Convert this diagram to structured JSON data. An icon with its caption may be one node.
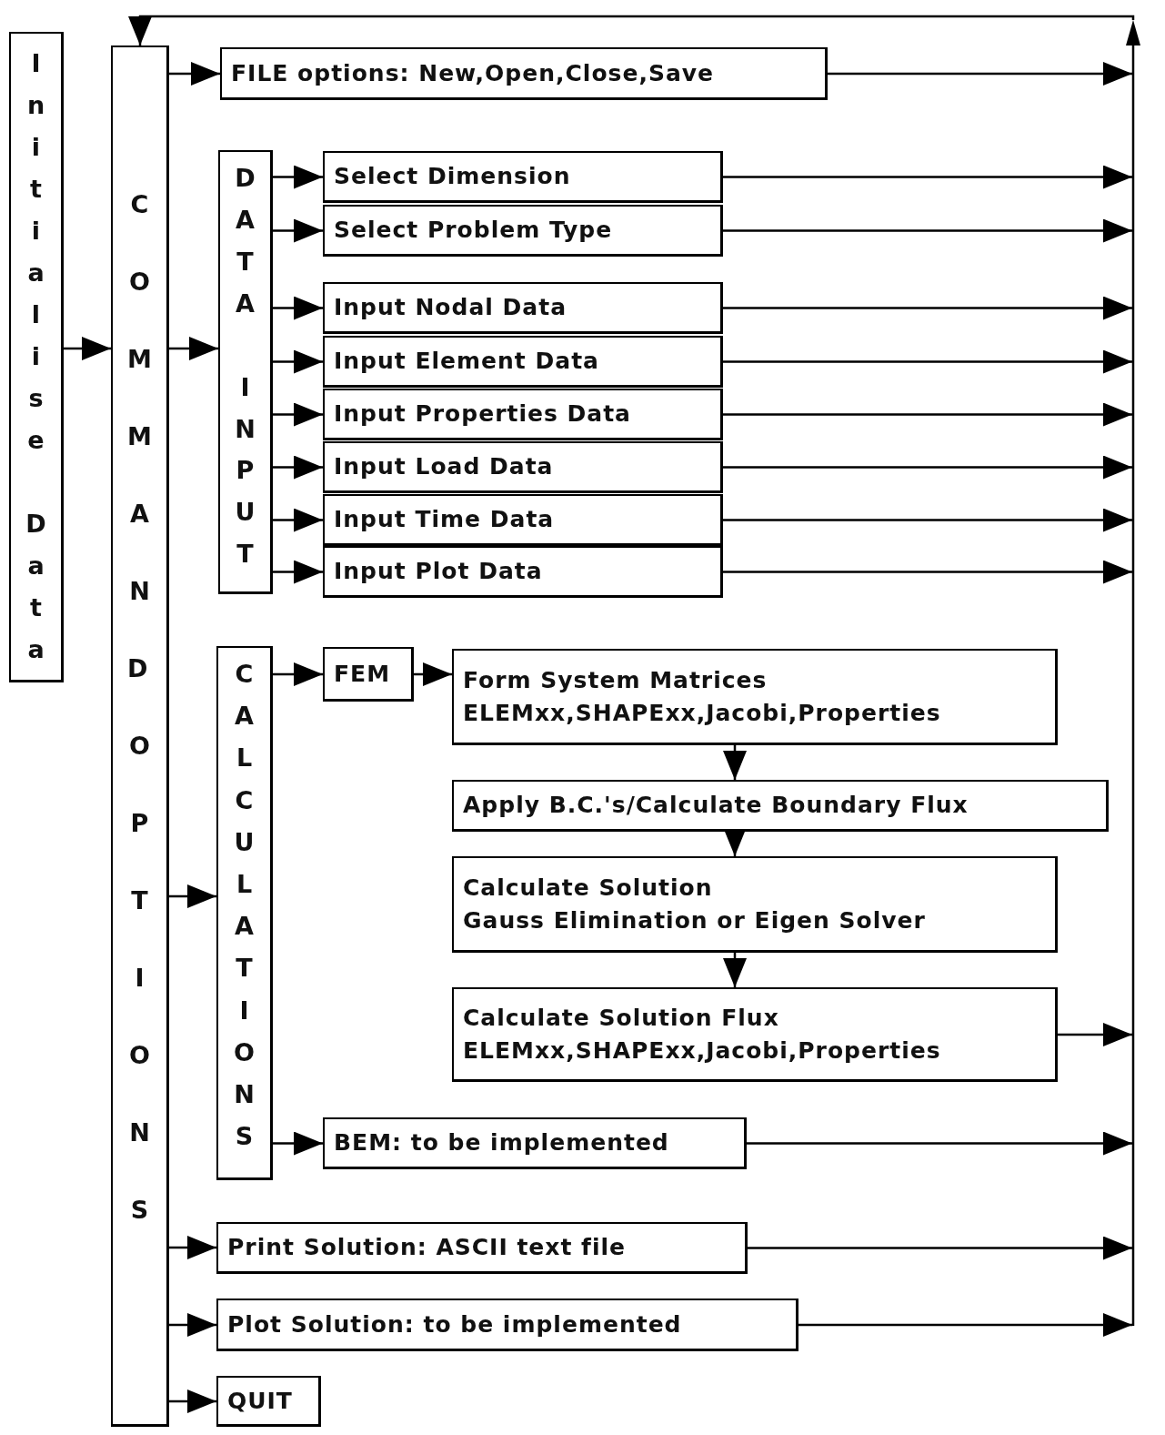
{
  "diagram": {
    "nodes": [
      {
        "text": [
          "Initialise Data"
        ]
      },
      {
        "text": [
          "COMMAND OPTIONS"
        ]
      },
      {
        "text": [
          "FILE options: New,Open,Close,Save"
        ]
      },
      {
        "text": [
          "DATA INPUT"
        ]
      },
      {
        "text": [
          "Select Dimension"
        ]
      },
      {
        "text": [
          "Select Problem Type"
        ]
      },
      {
        "text": [
          "Input Nodal Data"
        ]
      },
      {
        "text": [
          "Input Element Data"
        ]
      },
      {
        "text": [
          "Input Properties Data"
        ]
      },
      {
        "text": [
          "Input Load Data"
        ]
      },
      {
        "text": [
          "Input Time Data"
        ]
      },
      {
        "text": [
          "Input Plot Data"
        ]
      },
      {
        "text": [
          "CALCULATIONS"
        ]
      },
      {
        "text": [
          "FEM"
        ]
      },
      {
        "text": [
          "Form System Matrices",
          "ELEMxx,SHAPExx,Jacobi,Properties"
        ]
      },
      {
        "text": [
          "Apply B.C.'s/Calculate Boundary Flux"
        ]
      },
      {
        "text": [
          "Calculate Solution",
          "Gauss Elimination or Eigen Solver"
        ]
      },
      {
        "text": [
          "Calculate Solution Flux",
          "ELEMxx,SHAPExx,Jacobi,Properties"
        ]
      },
      {
        "text": [
          "BEM: to be implemented"
        ]
      },
      {
        "text": [
          "Print Solution: ASCII text file"
        ]
      },
      {
        "text": [
          "Plot Solution: to be implemented"
        ]
      },
      {
        "text": [
          "QUIT"
        ]
      },
      {
        "text": [],
        "shape": "bar"
      }
    ],
    "edges": [
      {
        "from": 0,
        "to": 1,
        "arrow": "to"
      },
      {
        "from": 1,
        "to": 2,
        "arrow": "to"
      },
      {
        "from": 1,
        "to": 3,
        "arrow": "to"
      },
      {
        "from": 1,
        "to": 12,
        "arrow": "to"
      },
      {
        "from": 1,
        "to": 19,
        "arrow": "to"
      },
      {
        "from": 1,
        "to": 20,
        "arrow": "to"
      },
      {
        "from": 1,
        "to": 21,
        "arrow": "to"
      },
      {
        "from": 3,
        "to": 4,
        "arrow": "to"
      },
      {
        "from": 3,
        "to": 5,
        "arrow": "to"
      },
      {
        "from": 3,
        "to": 6,
        "arrow": "to"
      },
      {
        "from": 3,
        "to": 7,
        "arrow": "to"
      },
      {
        "from": 3,
        "to": 8,
        "arrow": "to"
      },
      {
        "from": 3,
        "to": 9,
        "arrow": "to"
      },
      {
        "from": 3,
        "to": 10,
        "arrow": "to"
      },
      {
        "from": 3,
        "to": 11,
        "arrow": "to"
      },
      {
        "from": 12,
        "to": 13,
        "arrow": "to"
      },
      {
        "from": 12,
        "to": 18,
        "arrow": "to"
      },
      {
        "from": 13,
        "to": 14,
        "arrow": "to"
      },
      {
        "from": 14,
        "to": 15,
        "arrow": "to"
      },
      {
        "from": 15,
        "to": 16,
        "arrow": "to"
      },
      {
        "from": 16,
        "to": 17,
        "arrow": "to"
      },
      {
        "from": 2,
        "to": 22,
        "arrow": "to"
      },
      {
        "from": 4,
        "to": 22,
        "arrow": "to"
      },
      {
        "from": 5,
        "to": 22,
        "arrow": "to"
      },
      {
        "from": 6,
        "to": 22,
        "arrow": "to"
      },
      {
        "from": 7,
        "to": 22,
        "arrow": "to"
      },
      {
        "from": 8,
        "to": 22,
        "arrow": "to"
      },
      {
        "from": 9,
        "to": 22,
        "arrow": "to"
      },
      {
        "from": 10,
        "to": 22,
        "arrow": "to"
      },
      {
        "from": 11,
        "to": 22,
        "arrow": "to"
      },
      {
        "from": 17,
        "to": 22,
        "arrow": "to"
      },
      {
        "from": 18,
        "to": 22,
        "arrow": "to"
      },
      {
        "from": 19,
        "to": 22,
        "arrow": "to"
      },
      {
        "from": 20,
        "to": 22,
        "arrow": "to"
      },
      {
        "from": 22,
        "to": 1,
        "arrow": "to"
      }
    ]
  }
}
